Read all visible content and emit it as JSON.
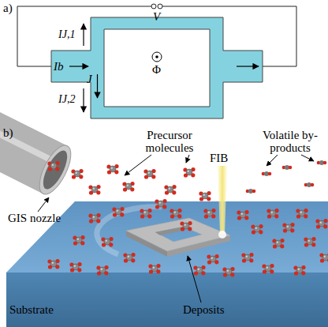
{
  "diagram": {
    "labels": [
      "a)",
      "V",
      "IJ,1",
      "Ib",
      "J",
      "Φ",
      "IJ,2",
      "b)",
      "Precursor molecules",
      "FIB",
      "Volatile by-products",
      "GIS nozzle",
      "Substrate",
      "Deposits"
    ]
  }
}
